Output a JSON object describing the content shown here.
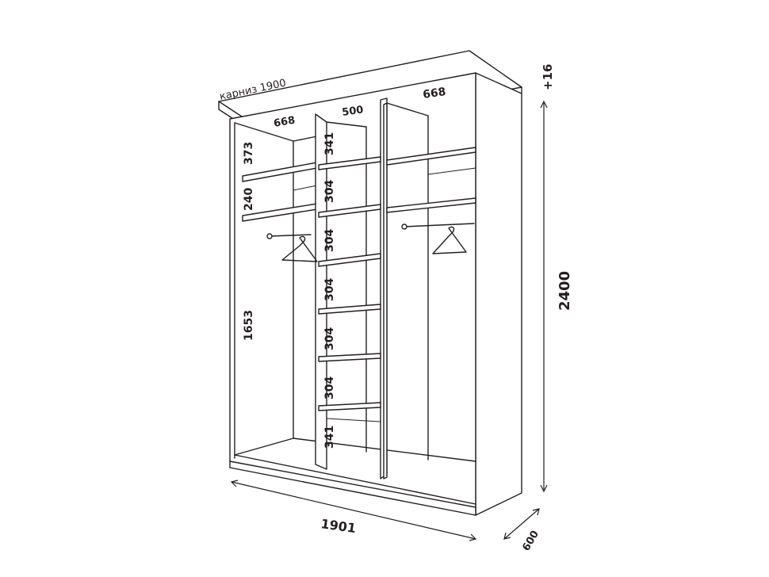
{
  "labels": {
    "cornice": "карниз 1900",
    "top_left_depth": "668",
    "top_middle_depth": "500",
    "top_right_depth": "668",
    "cornice_extra": "+16",
    "total_height": "2400",
    "total_width": "1901",
    "total_depth": "600",
    "left_top_shelf": "373",
    "left_second_shelf": "240",
    "left_hanging": "1653",
    "mid_shelves": [
      "341",
      "304",
      "304",
      "304",
      "304",
      "304",
      "341"
    ]
  },
  "colors": {
    "line": "#231f20",
    "background": "#ffffff"
  },
  "icons": [
    "hanger-icon",
    "hanger-icon"
  ]
}
